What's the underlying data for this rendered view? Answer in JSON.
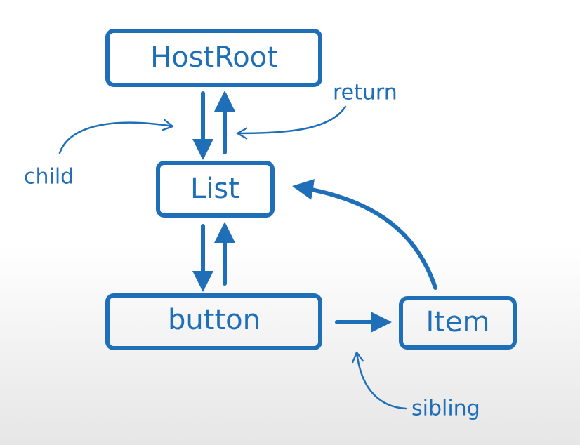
{
  "colors": {
    "ink": "#1f6fb8",
    "background": "#ffffff"
  },
  "nodes": {
    "host_root": "HostRoot",
    "list": "List",
    "button": "button",
    "item": "Item"
  },
  "labels": {
    "child": "child",
    "return": "return",
    "sibling": "sibling"
  }
}
